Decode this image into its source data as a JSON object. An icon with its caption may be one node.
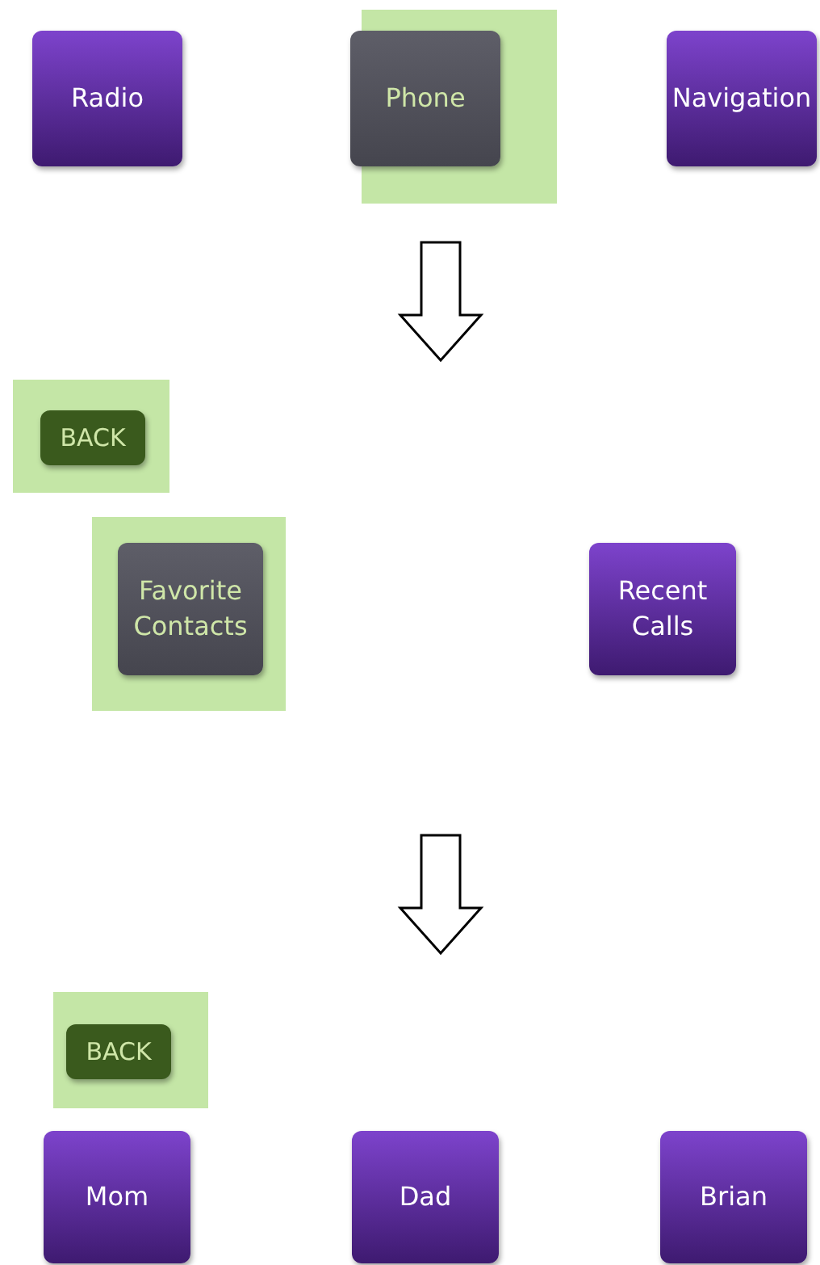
{
  "diagram": {
    "nodes": [
      {
        "text": [
          "Radio"
        ]
      },
      {
        "text": [
          "Phone"
        ]
      },
      {
        "text": [
          "Navigation"
        ]
      },
      {
        "text": [
          "BACK"
        ]
      },
      {
        "text": [
          "Favorite Contacts"
        ]
      },
      {
        "text": [
          "Recent Calls"
        ]
      },
      {
        "text": [
          "BACK"
        ]
      },
      {
        "text": [
          "Mom"
        ]
      },
      {
        "text": [
          "Dad"
        ]
      },
      {
        "text": [
          "Brian"
        ]
      }
    ]
  }
}
